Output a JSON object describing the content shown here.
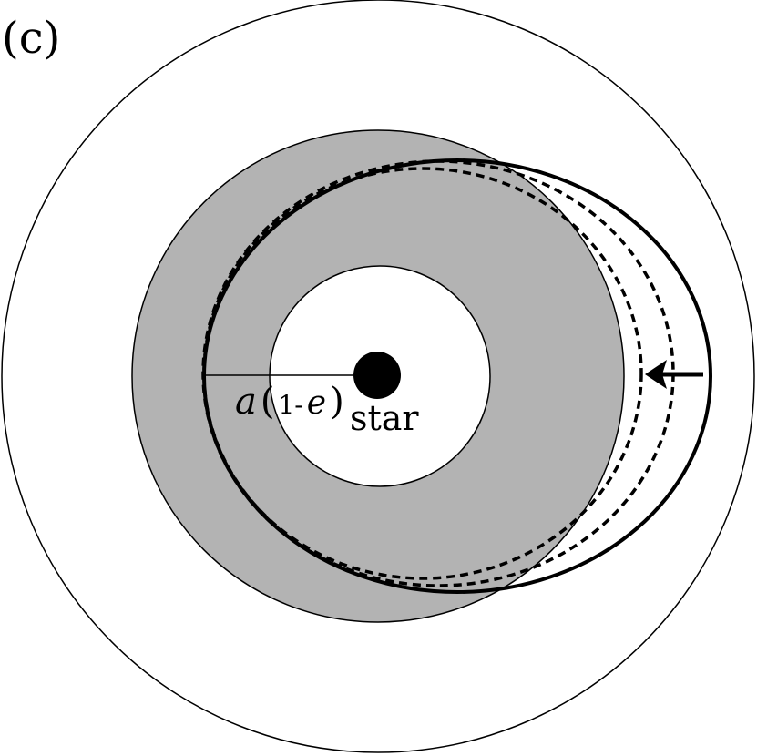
{
  "panel_label": "(c)",
  "axis_label": {
    "a": "a",
    "open_paren": "(",
    "one_minus": "1-",
    "e": "e",
    "close_paren": ")"
  },
  "star_label": "star",
  "colors": {
    "ink": "#000000",
    "disk_fill": "#b3b3b3",
    "background": "#ffffff"
  },
  "icons": {
    "arrow": "left-arrow-icon"
  }
}
